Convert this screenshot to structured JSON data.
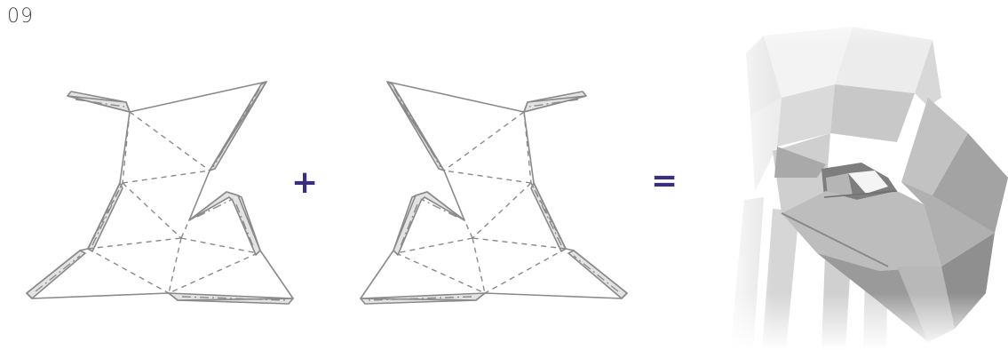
{
  "step_number": "09",
  "operators": {
    "plus": "+",
    "equals": "="
  },
  "colors": {
    "operator": "#3b2d82",
    "outline": "#8a8a8a",
    "glue_tab": "#e3e3e3",
    "fold_line": "#8a8a8a",
    "shade_light": "#f2f2f2",
    "shade_mid": "#c9c9c9",
    "shade_dark": "#8f8f8f"
  },
  "diagram": {
    "parts": [
      "left-template",
      "right-template",
      "assembled-model"
    ],
    "line_styles": {
      "valley_fold": "dashed",
      "mountain_fold": "dash-dot",
      "cut": "solid"
    }
  }
}
